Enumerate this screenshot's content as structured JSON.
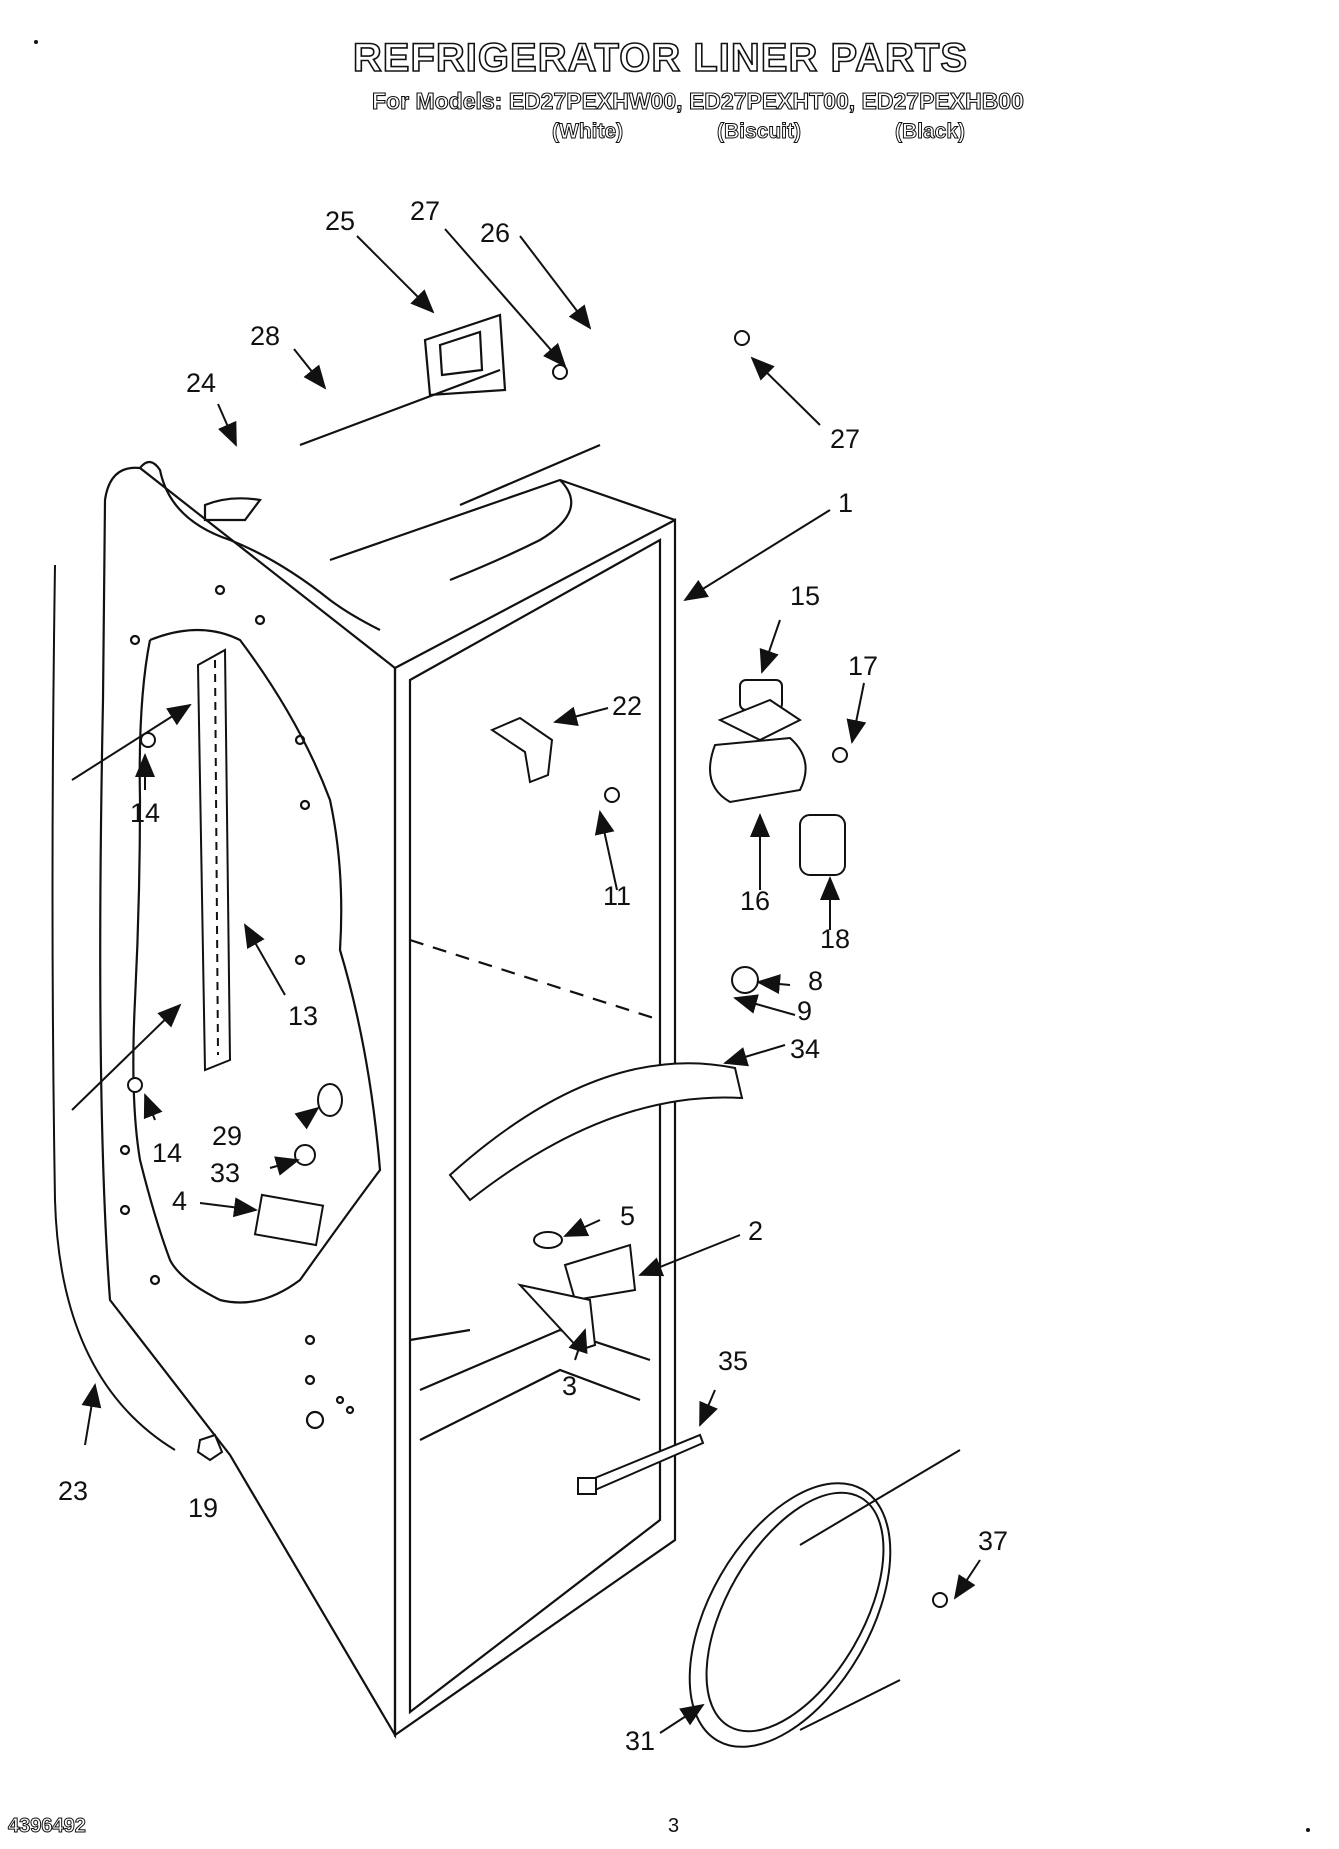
{
  "header": {
    "title": "REFRIGERATOR LINER PARTS",
    "models_line": "For Models: ED27PEXHW00, ED27PEXHT00, ED27PEXHB00",
    "color_white": "(White)",
    "color_biscuit": "(Biscuit)",
    "color_black": "(Black)"
  },
  "callouts": {
    "c1": "1",
    "c2": "2",
    "c3": "3",
    "c4": "4",
    "c5": "5",
    "c8": "8",
    "c9": "9",
    "c11": "11",
    "c13": "13",
    "c14a": "14",
    "c14b": "14",
    "c15": "15",
    "c16": "16",
    "c17": "17",
    "c18": "18",
    "c19": "19",
    "c22": "22",
    "c23": "23",
    "c24": "24",
    "c25": "25",
    "c26": "26",
    "c27a": "27",
    "c27b": "27",
    "c28": "28",
    "c29": "29",
    "c31": "31",
    "c33": "33",
    "c34": "34",
    "c35": "35",
    "c37": "37"
  },
  "footer": {
    "doc_number": "4396492",
    "page_number": "3"
  }
}
